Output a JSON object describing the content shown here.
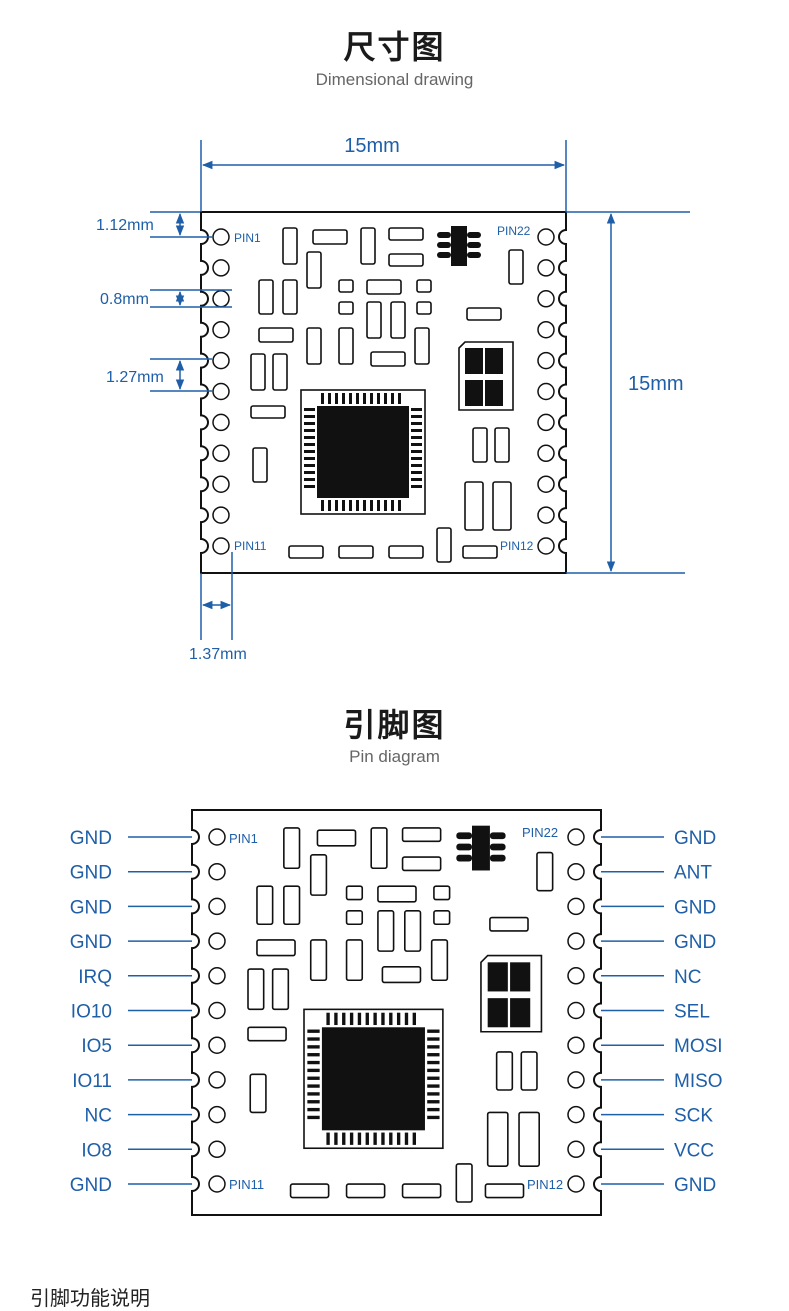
{
  "dimension_section": {
    "title": "尺寸图",
    "subtitle": "Dimensional drawing",
    "width_label": "15mm",
    "height_label": "15mm",
    "pin_top_offset": "1.12mm",
    "pad_size": "0.8mm",
    "pin_pitch": "1.27mm",
    "pin_side_offset": "1.37mm",
    "pin_labels": {
      "pin1": "PIN1",
      "pin22": "PIN22",
      "pin11": "PIN11",
      "pin12": "PIN12"
    }
  },
  "pin_section": {
    "title": "引脚图",
    "subtitle": "Pin diagram",
    "pin_labels": {
      "pin1": "PIN1",
      "pin22": "PIN22",
      "pin11": "PIN11",
      "pin12": "PIN12"
    },
    "left_pins": [
      "GND",
      "GND",
      "GND",
      "GND",
      "IRQ",
      "IO10",
      "IO5",
      "IO11",
      "NC",
      "IO8",
      "GND"
    ],
    "right_pins": [
      "GND",
      "ANT",
      "GND",
      "GND",
      "NC",
      "SEL",
      "MOSI",
      "MISO",
      "SCK",
      "VCC",
      "GND"
    ]
  },
  "colors": {
    "accent": "#1f5fa8",
    "outline": "#111111"
  },
  "footer_text": "引脚功能说明"
}
